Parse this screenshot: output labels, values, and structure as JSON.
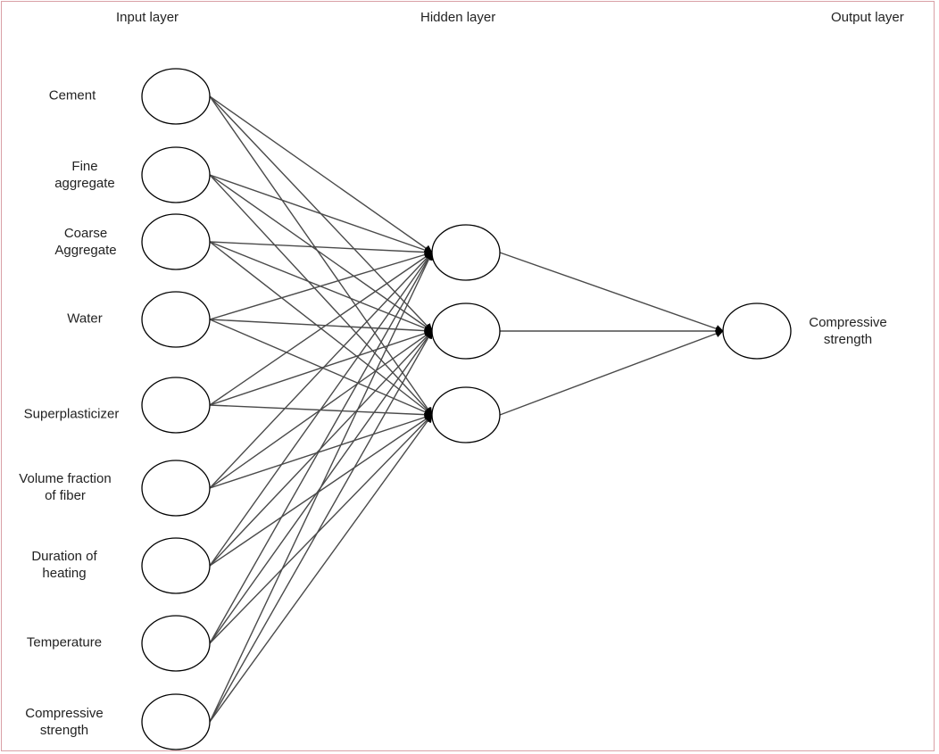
{
  "layers": {
    "input_title": "Input layer",
    "hidden_title": "Hidden layer",
    "output_title": "Output layer"
  },
  "input_nodes": [
    {
      "label": "Cement"
    },
    {
      "label": "Fine\naggregate"
    },
    {
      "label": "Coarse\nAggregate"
    },
    {
      "label": "Water"
    },
    {
      "label": "Superplasticizer"
    },
    {
      "label": "Volume fraction\nof fiber"
    },
    {
      "label": "Duration of\nheating"
    },
    {
      "label": "Temperature"
    },
    {
      "label": "Compressive\nstrength"
    }
  ],
  "hidden_node_count": 3,
  "output_nodes": [
    {
      "label": "Compressive\nstrength"
    }
  ],
  "colors": {
    "edge": "#4a4a4a",
    "arrowhead": "#000000",
    "node_stroke": "#000000",
    "node_fill": "#ffffff",
    "frame": "#d9a0a6"
  }
}
